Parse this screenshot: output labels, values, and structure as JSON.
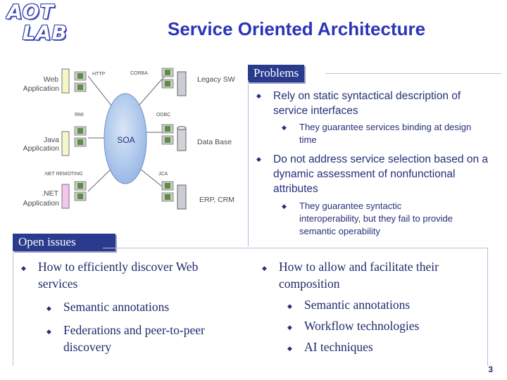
{
  "logo": {
    "line1": "AOT",
    "line2": "LAB"
  },
  "title": "Service Oriented Architecture",
  "diagram": {
    "center_label": "SOA",
    "clients": [
      {
        "name": "Web",
        "sub": "Application",
        "protocol": "HTTP",
        "color": "#f6f7c8"
      },
      {
        "name": "Java",
        "sub": "Application",
        "protocol": "RMI",
        "color": "#f6f7c8"
      },
      {
        "name": ".NET",
        "sub": "Application",
        "protocol": ".NET REMOTING",
        "color": "#f2c6ee"
      }
    ],
    "backends": [
      {
        "name": "Legacy SW",
        "protocol": "CORBA"
      },
      {
        "name": "Data Base",
        "protocol": "ODBC"
      },
      {
        "name": "ERP, CRM",
        "protocol": "JCA"
      }
    ]
  },
  "problems": {
    "heading": "Problems",
    "items": [
      {
        "text": "Rely on static syntactical description of service interfaces",
        "sub": "They guarantee services binding at design time"
      },
      {
        "text": "Do not address service selection based on a dynamic assessment of nonfunctional attributes",
        "sub": "They guarantee syntactic interoperability, but they fail to provide semantic operability"
      }
    ]
  },
  "open_issues": {
    "heading": "Open issues",
    "left": {
      "main": "How to efficiently discover Web services",
      "subs": [
        "Semantic annotations",
        "Federations and peer-to-peer discovery"
      ]
    },
    "right": {
      "main": "How to allow and facilitate their composition",
      "subs": [
        "Semantic annotations",
        "Workflow technologies",
        "AI techniques"
      ]
    }
  },
  "page_number": "3",
  "colors": {
    "heading_bg": "#2a3a8c",
    "title": "#2b34b8",
    "soa_fill": "#a9c6ec",
    "frame_line": "#b9bedb"
  }
}
